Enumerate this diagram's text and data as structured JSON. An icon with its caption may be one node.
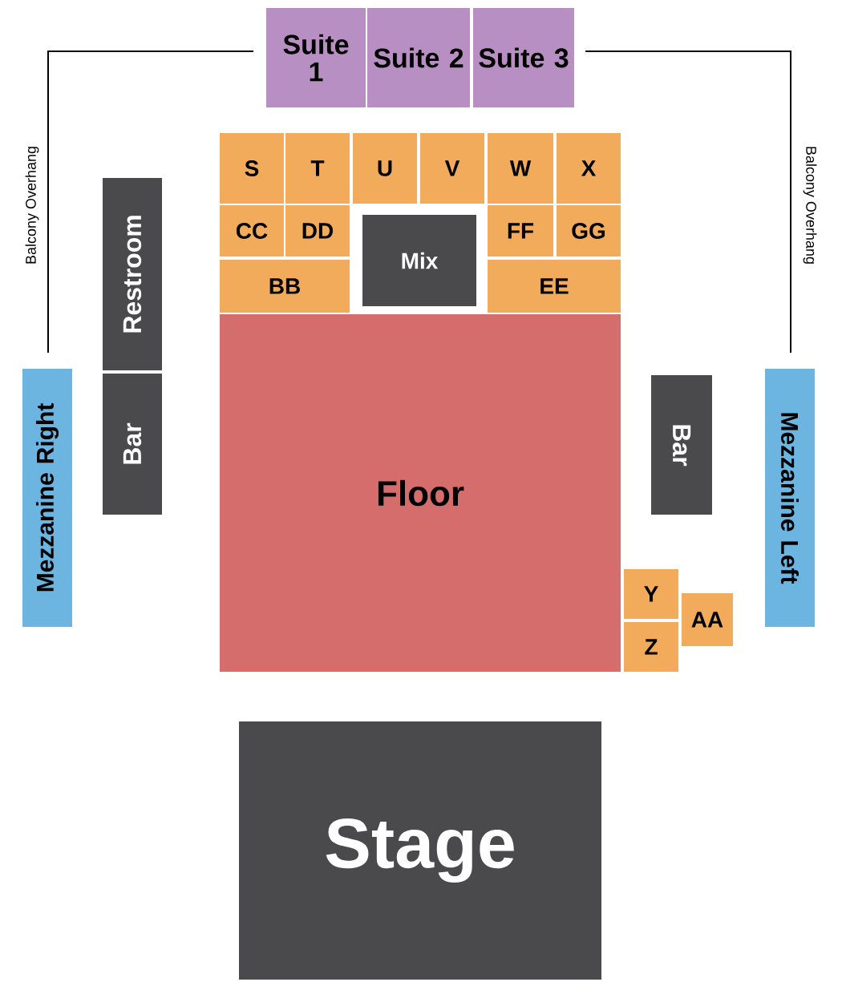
{
  "diagram": {
    "nodes": [
      {
        "text": [
          "Suite 1"
        ]
      },
      {
        "text": [
          "Suite 2"
        ]
      },
      {
        "text": [
          "Suite 3"
        ]
      },
      {
        "text": [
          "S"
        ]
      },
      {
        "text": [
          "T"
        ]
      },
      {
        "text": [
          "U"
        ]
      },
      {
        "text": [
          "V"
        ]
      },
      {
        "text": [
          "W"
        ]
      },
      {
        "text": [
          "X"
        ]
      },
      {
        "text": [
          "CC"
        ]
      },
      {
        "text": [
          "DD"
        ]
      },
      {
        "text": [
          "Mix"
        ]
      },
      {
        "text": [
          "FF"
        ]
      },
      {
        "text": [
          "GG"
        ]
      },
      {
        "text": [
          "BB"
        ]
      },
      {
        "text": [
          "EE"
        ]
      },
      {
        "text": [
          "Restroom"
        ]
      },
      {
        "text": [
          "Mezzanine Right"
        ]
      },
      {
        "text": [
          "Bar"
        ]
      },
      {
        "text": [
          "Floor"
        ]
      },
      {
        "text": [
          "Bar"
        ]
      },
      {
        "text": [
          "Mezzanine Left"
        ]
      },
      {
        "text": [
          "Y"
        ]
      },
      {
        "text": [
          "AA"
        ]
      },
      {
        "text": [
          "Z"
        ]
      },
      {
        "text": [
          "Stage"
        ]
      }
    ],
    "labels": [
      "Balcony Overhang",
      "Balcony Overhang"
    ]
  }
}
